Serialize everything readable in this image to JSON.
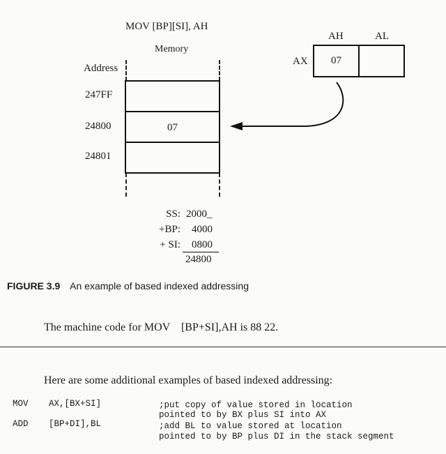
{
  "diagram": {
    "instruction": "MOV  [BP][SI], AH",
    "memory_label": "Memory",
    "address_header": "Address",
    "addresses": [
      "247FF",
      "24800",
      "24801"
    ],
    "memory_values": [
      "",
      "07",
      ""
    ],
    "register": {
      "name": "AX",
      "high_label": "AH",
      "low_label": "AL",
      "high_value": "07",
      "low_value": ""
    },
    "calculation": {
      "rows": [
        {
          "label": "SS:",
          "value": "2000_"
        },
        {
          "label": "+BP:",
          "value": "4000"
        },
        {
          "label": "+ SI:",
          "value": "0800"
        }
      ],
      "result": "24800"
    }
  },
  "figure": {
    "number": "FIGURE 3.9",
    "caption": "An example of based indexed addressing"
  },
  "body": {
    "paragraph1": "The machine code for MOV    [BP+SI],AH is 88 22.",
    "paragraph2": "Here are some additional examples of based indexed addressing:"
  },
  "code_examples": [
    {
      "op": "MOV",
      "operands": "AX,[BX+SI]",
      "comment1": ";put copy of value stored in location",
      "comment2": "pointed to by BX plus SI into AX"
    },
    {
      "op": "ADD",
      "operands": "[BP+DI],BL",
      "comment1": ";add BL to value stored at location",
      "comment2": "pointed to by BP plus DI in the stack segment"
    }
  ]
}
